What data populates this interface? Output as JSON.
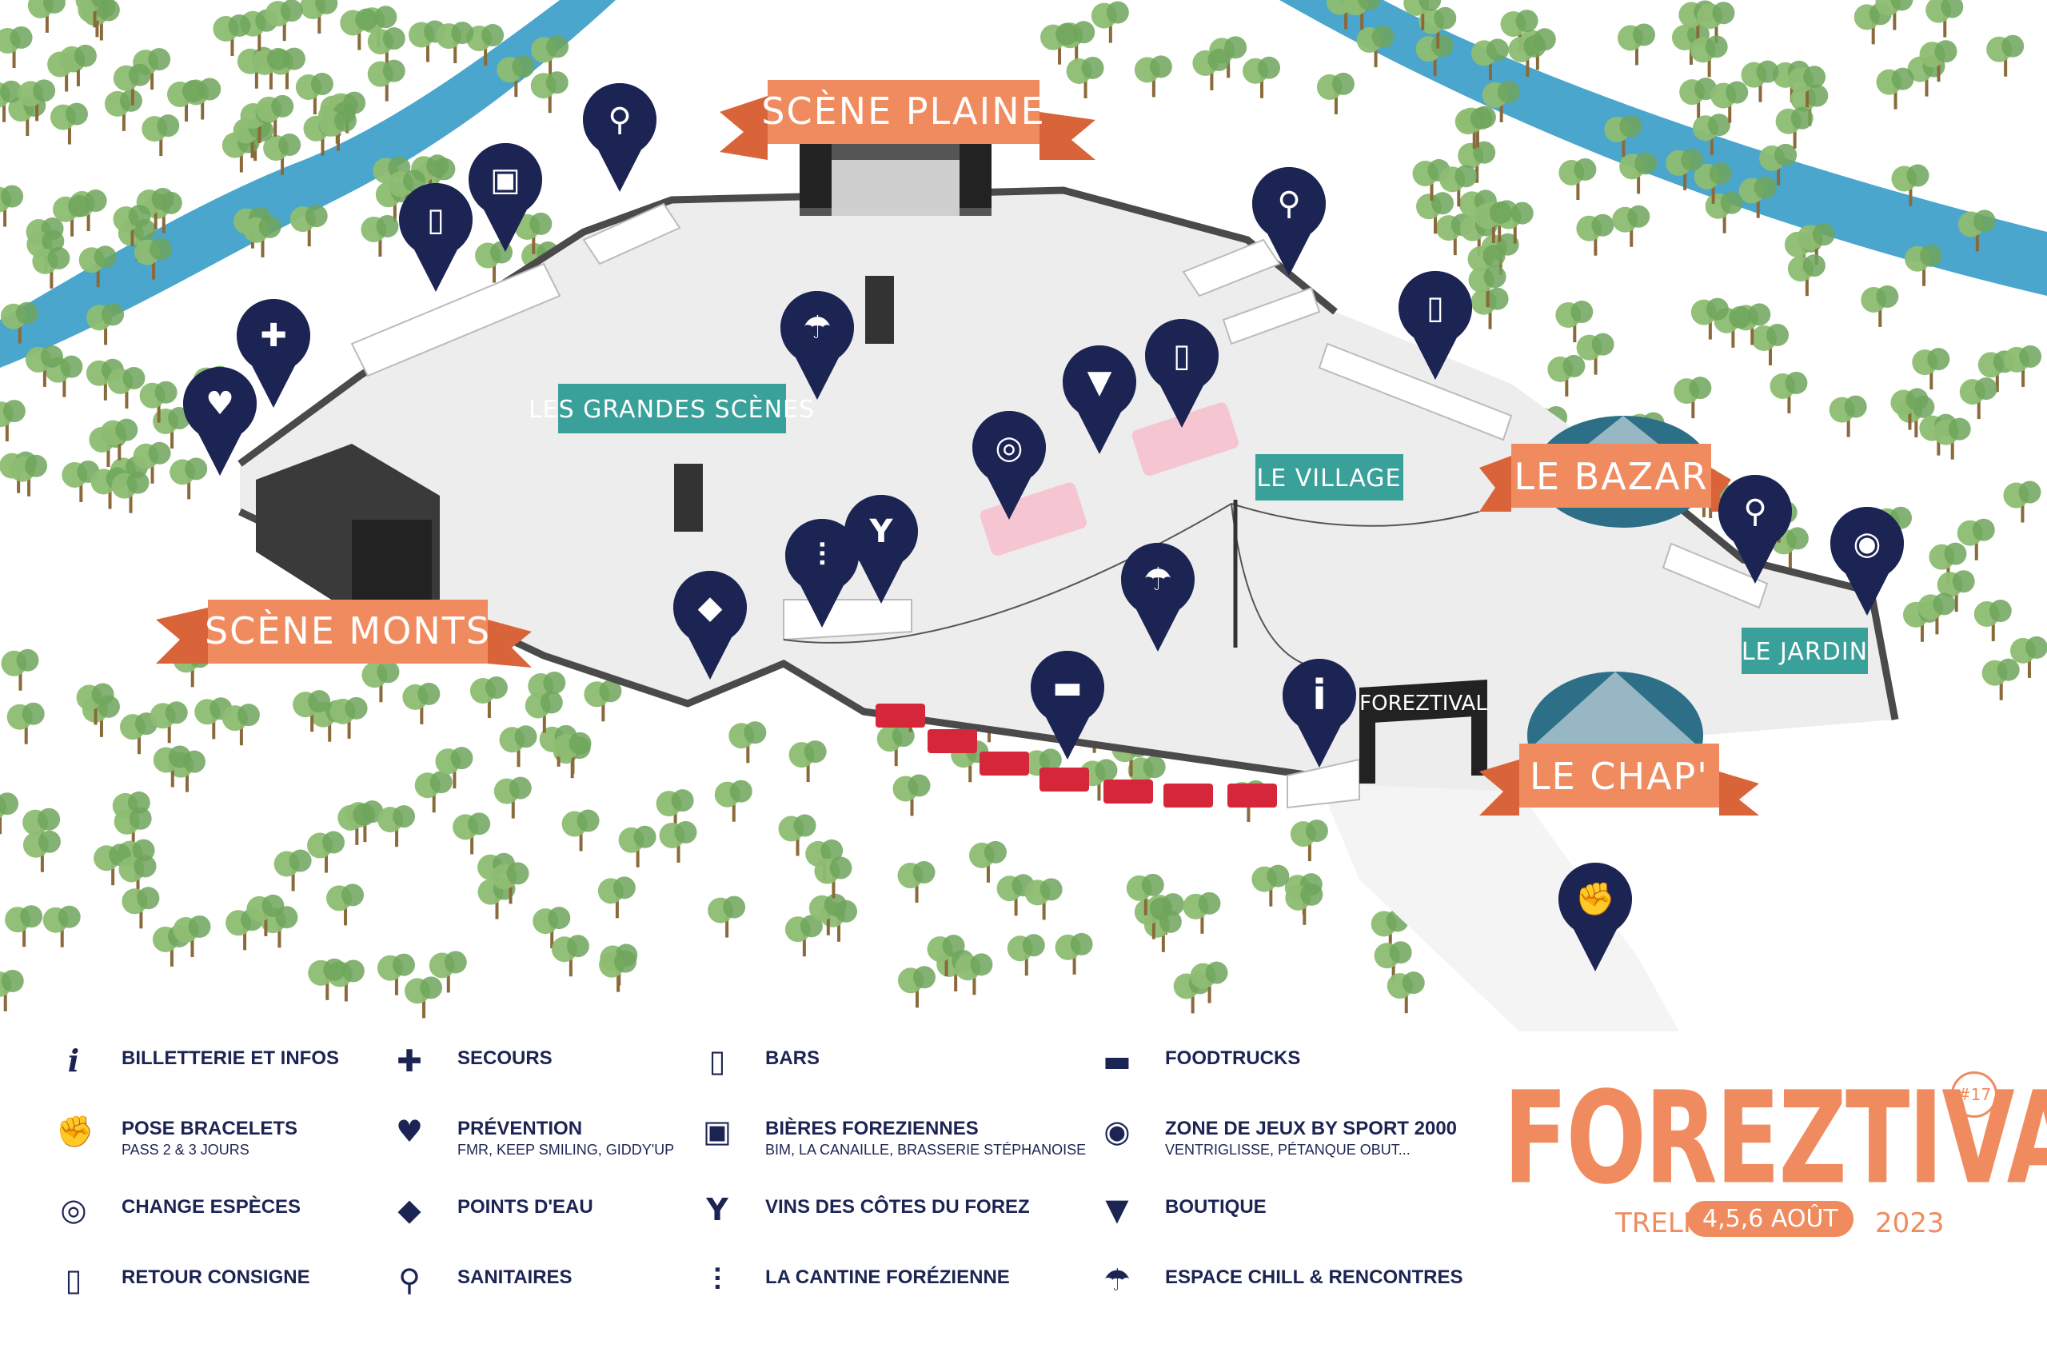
{
  "map": {
    "stages": {
      "plaine": "SCÈNE PLAINE",
      "monts": "SCÈNE MONTS",
      "bazar": "LE BAZAR",
      "chap": "LE CHAP'"
    },
    "zones": {
      "grandes_scenes": "LES GRANDES SCÈNES",
      "village": "LE VILLAGE",
      "jardin": "LE JARDIN"
    },
    "entrance_sign": "FOREZTIVAL",
    "pin_icons": [
      "toilets-icon",
      "beer-mug-icon",
      "cup-icon",
      "first-aid-icon",
      "heart-icon",
      "umbrella-icon",
      "tshirt-icon",
      "coins-icon",
      "wine-glass-icon",
      "fork-knife-icon",
      "water-drop-icon",
      "truck-icon",
      "info-icon",
      "soccer-ball-icon",
      "wristband-icon"
    ]
  },
  "legend": [
    {
      "icon": "info-icon",
      "label": "BILLETTERIE ET INFOS",
      "sub": ""
    },
    {
      "icon": "wristband-icon",
      "label": "POSE BRACELETS",
      "sub": "PASS 2 & 3 JOURS"
    },
    {
      "icon": "coins-icon",
      "label": "CHANGE ESPÈCES",
      "sub": ""
    },
    {
      "icon": "cup-icon",
      "label": "RETOUR CONSIGNE",
      "sub": ""
    },
    {
      "icon": "first-aid-icon",
      "label": "SECOURS",
      "sub": ""
    },
    {
      "icon": "heart-icon",
      "label": "PRÉVENTION",
      "sub": "FMR, KEEP SMILING, GIDDY'UP"
    },
    {
      "icon": "water-drop-icon",
      "label": "POINTS D'EAU",
      "sub": ""
    },
    {
      "icon": "toilets-icon",
      "label": "SANITAIRES",
      "sub": ""
    },
    {
      "icon": "cup-icon",
      "label": "BARS",
      "sub": ""
    },
    {
      "icon": "beer-mug-icon",
      "label": "BIÈRES FOREZIENNES",
      "sub": "BIM, LA CANAILLE, BRASSERIE STÉPHANOISE"
    },
    {
      "icon": "wine-glass-icon",
      "label": "VINS DES CÔTES DU FOREZ",
      "sub": ""
    },
    {
      "icon": "fork-knife-icon",
      "label": "LA CANTINE FORÉZIENNE",
      "sub": ""
    },
    {
      "icon": "truck-icon",
      "label": "FOODTRUCKS",
      "sub": ""
    },
    {
      "icon": "soccer-ball-icon",
      "label": "ZONE DE JEUX BY SPORT 2000",
      "sub": "VENTRIGLISSE, PÉTANQUE OBUT..."
    },
    {
      "icon": "tshirt-icon",
      "label": "BOUTIQUE",
      "sub": ""
    },
    {
      "icon": "umbrella-icon",
      "label": "ESPACE CHILL & RENCONTRES",
      "sub": ""
    }
  ],
  "logo": {
    "title": "FOREZTIVAL",
    "edition": "#17",
    "place": "TRELINS",
    "dates": "4,5,6 AOÛT",
    "year": "2023"
  },
  "colors": {
    "river": "#4aa6cc",
    "ground": "#ededed",
    "banner": "#f08b5f",
    "zone_label": "#3aa09a",
    "pin": "#1c2454",
    "foodtruck": "#d6263a",
    "bus": "#f5c6d2"
  }
}
